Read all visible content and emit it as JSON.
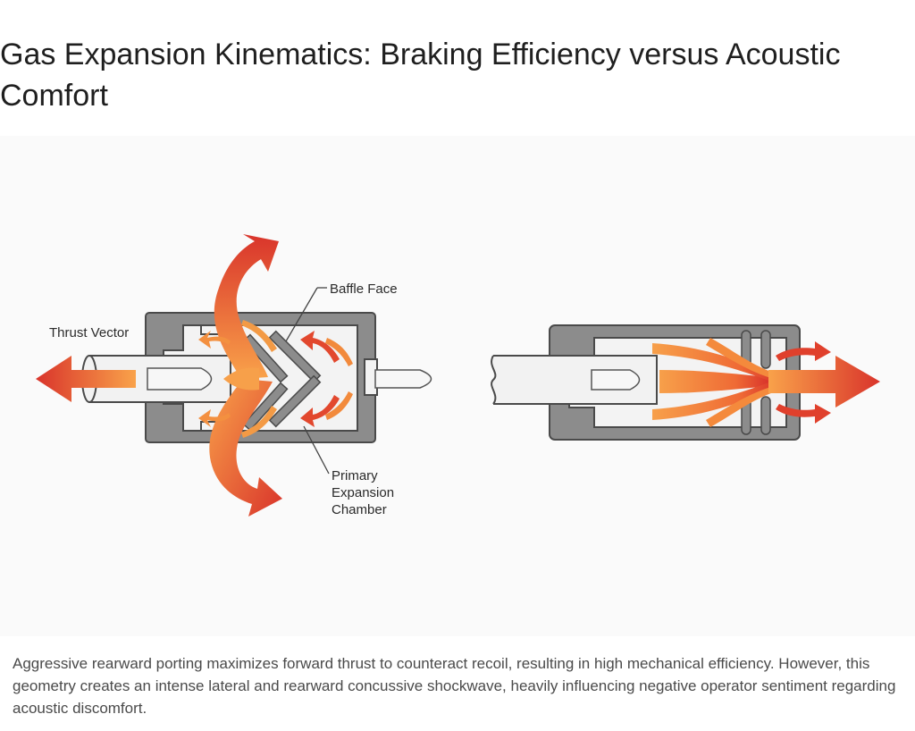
{
  "title": "Gas Expansion Kinematics: Braking Efficiency versus Acoustic Comfort",
  "diagram": {
    "labels": {
      "thrust_vector": "Thrust Vector",
      "baffle_face": "Baffle Face",
      "primary_line1": "Primary",
      "primary_line2": "Expansion",
      "primary_line3": "Chamber"
    },
    "colors": {
      "housing": "#8c8c8c",
      "housing_stroke": "#4a4a4a",
      "bore": "#f2f2f2",
      "flow_orange": "#f7943a",
      "flow_red": "#d9342b"
    }
  },
  "caption": "Aggressive rearward porting maximizes forward thrust to counteract recoil, resulting in high mechanical efficiency. However, this geometry creates an intense lateral and rearward concussive shockwave, heavily influencing negative operator sentiment regarding acoustic discomfort."
}
